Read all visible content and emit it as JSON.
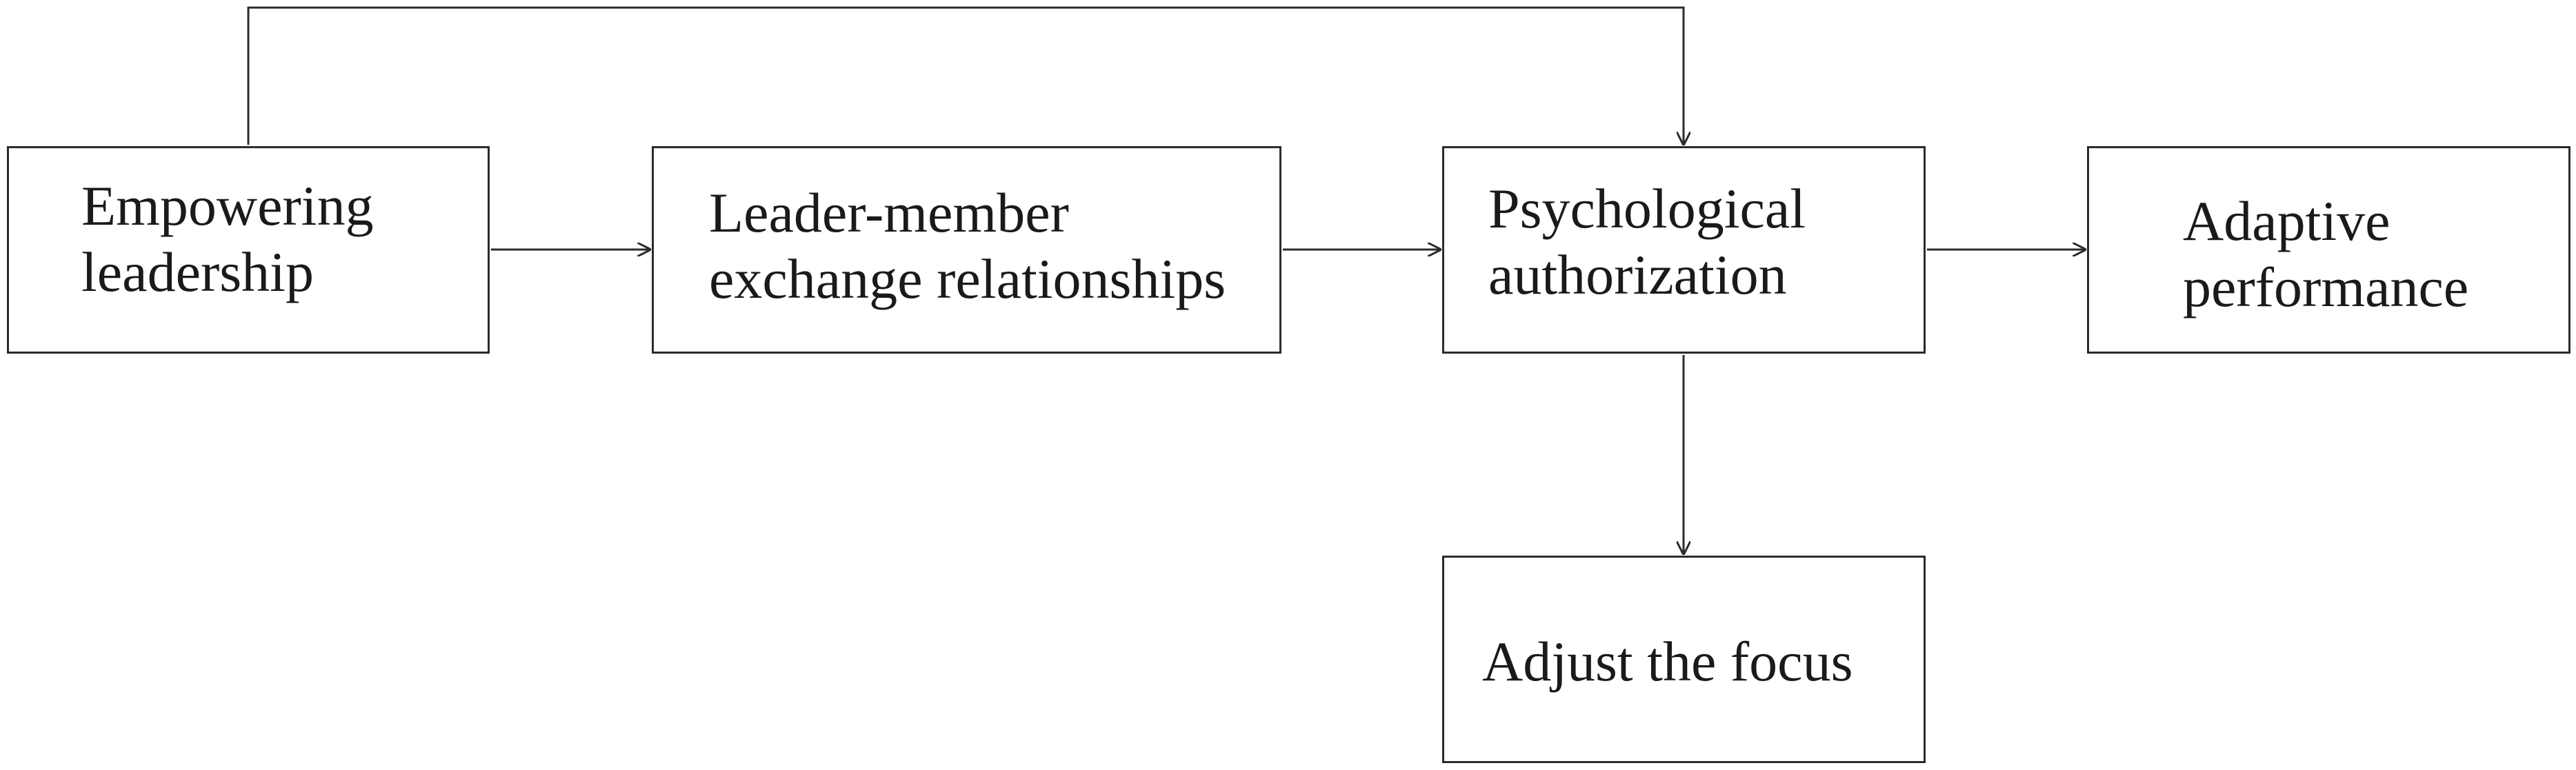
{
  "diagram": {
    "nodes": {
      "empowering": {
        "line1": "Empowering",
        "line2": "leadership"
      },
      "lmx": {
        "line1": "Leader-member",
        "line2": "exchange relationships"
      },
      "psych": {
        "line1": "Psychological",
        "line2": "authorization"
      },
      "adaptive": {
        "line1": "Adaptive",
        "line2": "performance"
      },
      "focus": {
        "line1": "Adjust the focus"
      }
    },
    "edges": [
      {
        "from": "empowering",
        "to": "lmx"
      },
      {
        "from": "lmx",
        "to": "psych"
      },
      {
        "from": "psych",
        "to": "adaptive"
      },
      {
        "from": "psych",
        "to": "focus"
      },
      {
        "from": "empowering",
        "to": "psych"
      }
    ],
    "colors": {
      "line": "#2b2b2b",
      "text": "#1a1a1a",
      "background": "#ffffff"
    }
  }
}
